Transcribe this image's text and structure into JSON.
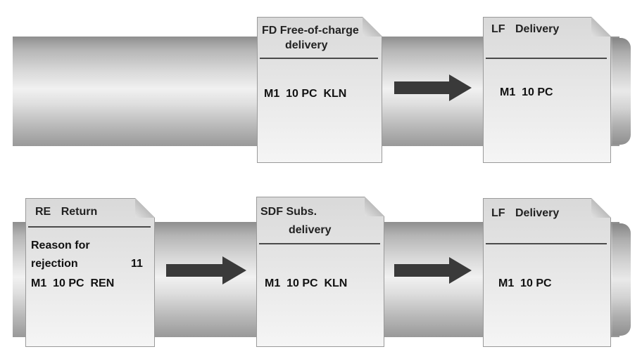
{
  "colors": {
    "pipe_highlight": "#f1f1f1",
    "pipe_shadow": "#8e8e8e",
    "doc_fill": "#e6e6e6",
    "text": "#111111",
    "arrow": "#3a3a3a"
  },
  "row1": {
    "doc_fd": {
      "code": "FD",
      "title_line1": "Free-of-charge",
      "title_line2": "delivery",
      "item": "M1  10 PC  KLN"
    },
    "doc_lf": {
      "code": "LF",
      "title": "Delivery",
      "item": "M1  10 PC"
    }
  },
  "row2": {
    "doc_re": {
      "code": "RE",
      "title": "Return",
      "reason_line1": "Reason for",
      "reason_line2": "rejection",
      "reason_value": "11",
      "item": "M1  10 PC  REN"
    },
    "doc_sdf": {
      "code": "SDF",
      "title_line1": "Subs.",
      "title_line2": "delivery",
      "item": "M1  10 PC  KLN"
    },
    "doc_lf": {
      "code": "LF",
      "title": "Delivery",
      "item": "M1  10 PC"
    }
  },
  "icons": {
    "flow_arrow": "right-arrow-icon"
  }
}
